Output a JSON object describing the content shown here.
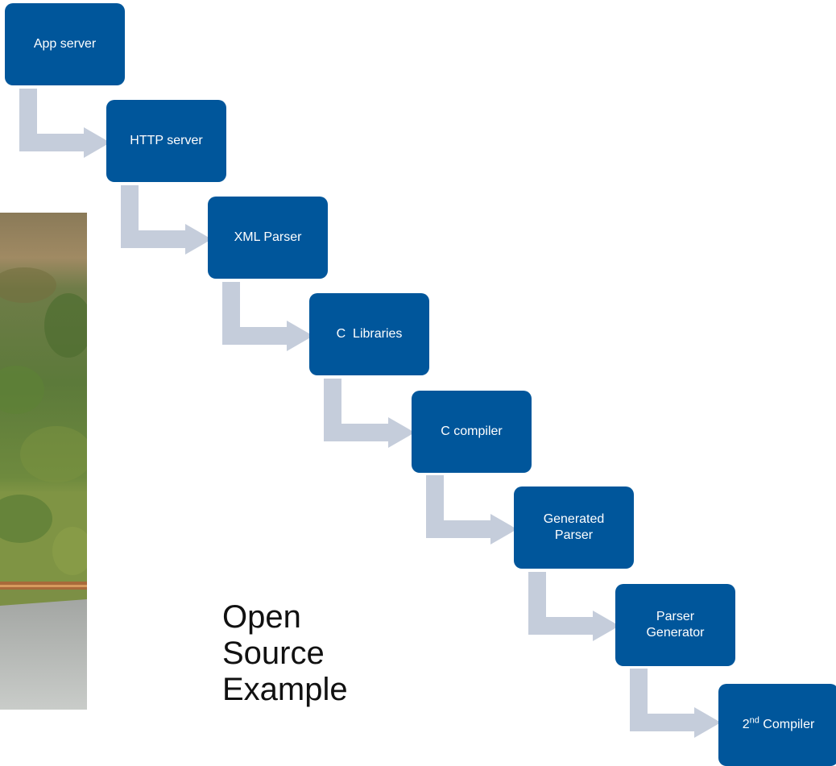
{
  "steps": [
    {
      "label": "App server"
    },
    {
      "label": "HTTP server"
    },
    {
      "label": "XML Parser"
    },
    {
      "label": "C  Libraries"
    },
    {
      "label": "C compiler"
    },
    {
      "label": "Generated\nParser"
    },
    {
      "label": "Parser\nGenerator"
    },
    {
      "label": "2",
      "sup": "nd",
      "rest": " Compiler"
    }
  ],
  "caption": {
    "line1": "Open",
    "line2": "Source",
    "line3": "Example"
  },
  "colors": {
    "box_fill": "#00569b",
    "box_text": "#ffffff",
    "connector": "#c5cddb",
    "caption_text": "#111111"
  }
}
